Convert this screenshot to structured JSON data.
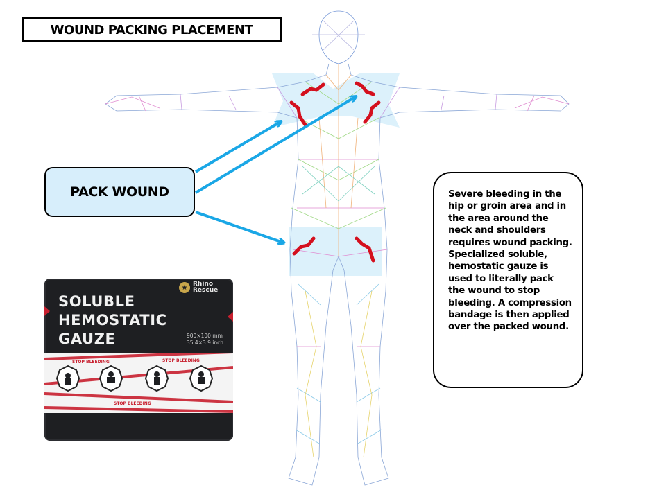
{
  "title": "WOUND PACKING PLACEMENT",
  "callout": {
    "label": "PACK WOUND"
  },
  "info_text": "Severe bleeding in the hip or groin area and in the area around the neck and shoulders requires wound packing.  Specialized soluble, hemostatic gauze is used to literally pack the wound to stop bleeding.  A compression bandage is then applied over the packed wound.",
  "package": {
    "title_lines": [
      "SOLUBLE",
      "HEMOSTATIC",
      "GAUZE"
    ],
    "brand_lines": [
      "Rhino",
      "Rescue"
    ],
    "size_metric": "900×100 mm",
    "size_imperial": "35.4×3.9 inch",
    "band_text": "STOP BLEEDING"
  },
  "colors": {
    "arrow": "#1aa7e6",
    "wound_mark": "#d4101e",
    "highlight": "#bfe6f8",
    "callout_fill": "#d7eefb",
    "package_dark": "#1e1f22",
    "package_accent": "#c8202f"
  }
}
